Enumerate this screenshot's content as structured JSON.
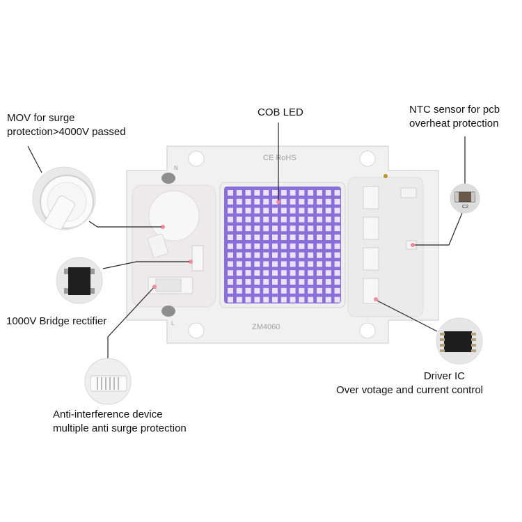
{
  "board": {
    "marking_ce": "CE RoHS",
    "marking_model": "ZM4060",
    "marking_n": "N",
    "marking_l": "L",
    "ntc_code": "C2"
  },
  "labels": {
    "cob_led": "COB LED",
    "mov_line1": "MOV for surge",
    "mov_line2": "protection>4000V passed",
    "ntc_line1": "NTC sensor for pcb",
    "ntc_line2": "overheat protection",
    "rectifier": "1000V Bridge rectifier",
    "driver_line1": "Driver IC",
    "driver_line2": "Over votage and current control",
    "anti_line1": "Anti-interference device",
    "anti_line2": "multiple anti surge protection"
  },
  "colors": {
    "board": "#f1f0f0",
    "led_field": "#8a6fdb",
    "led_chip": "#e9e3f5",
    "marker": "#f28a9a",
    "leader": "#222222"
  }
}
